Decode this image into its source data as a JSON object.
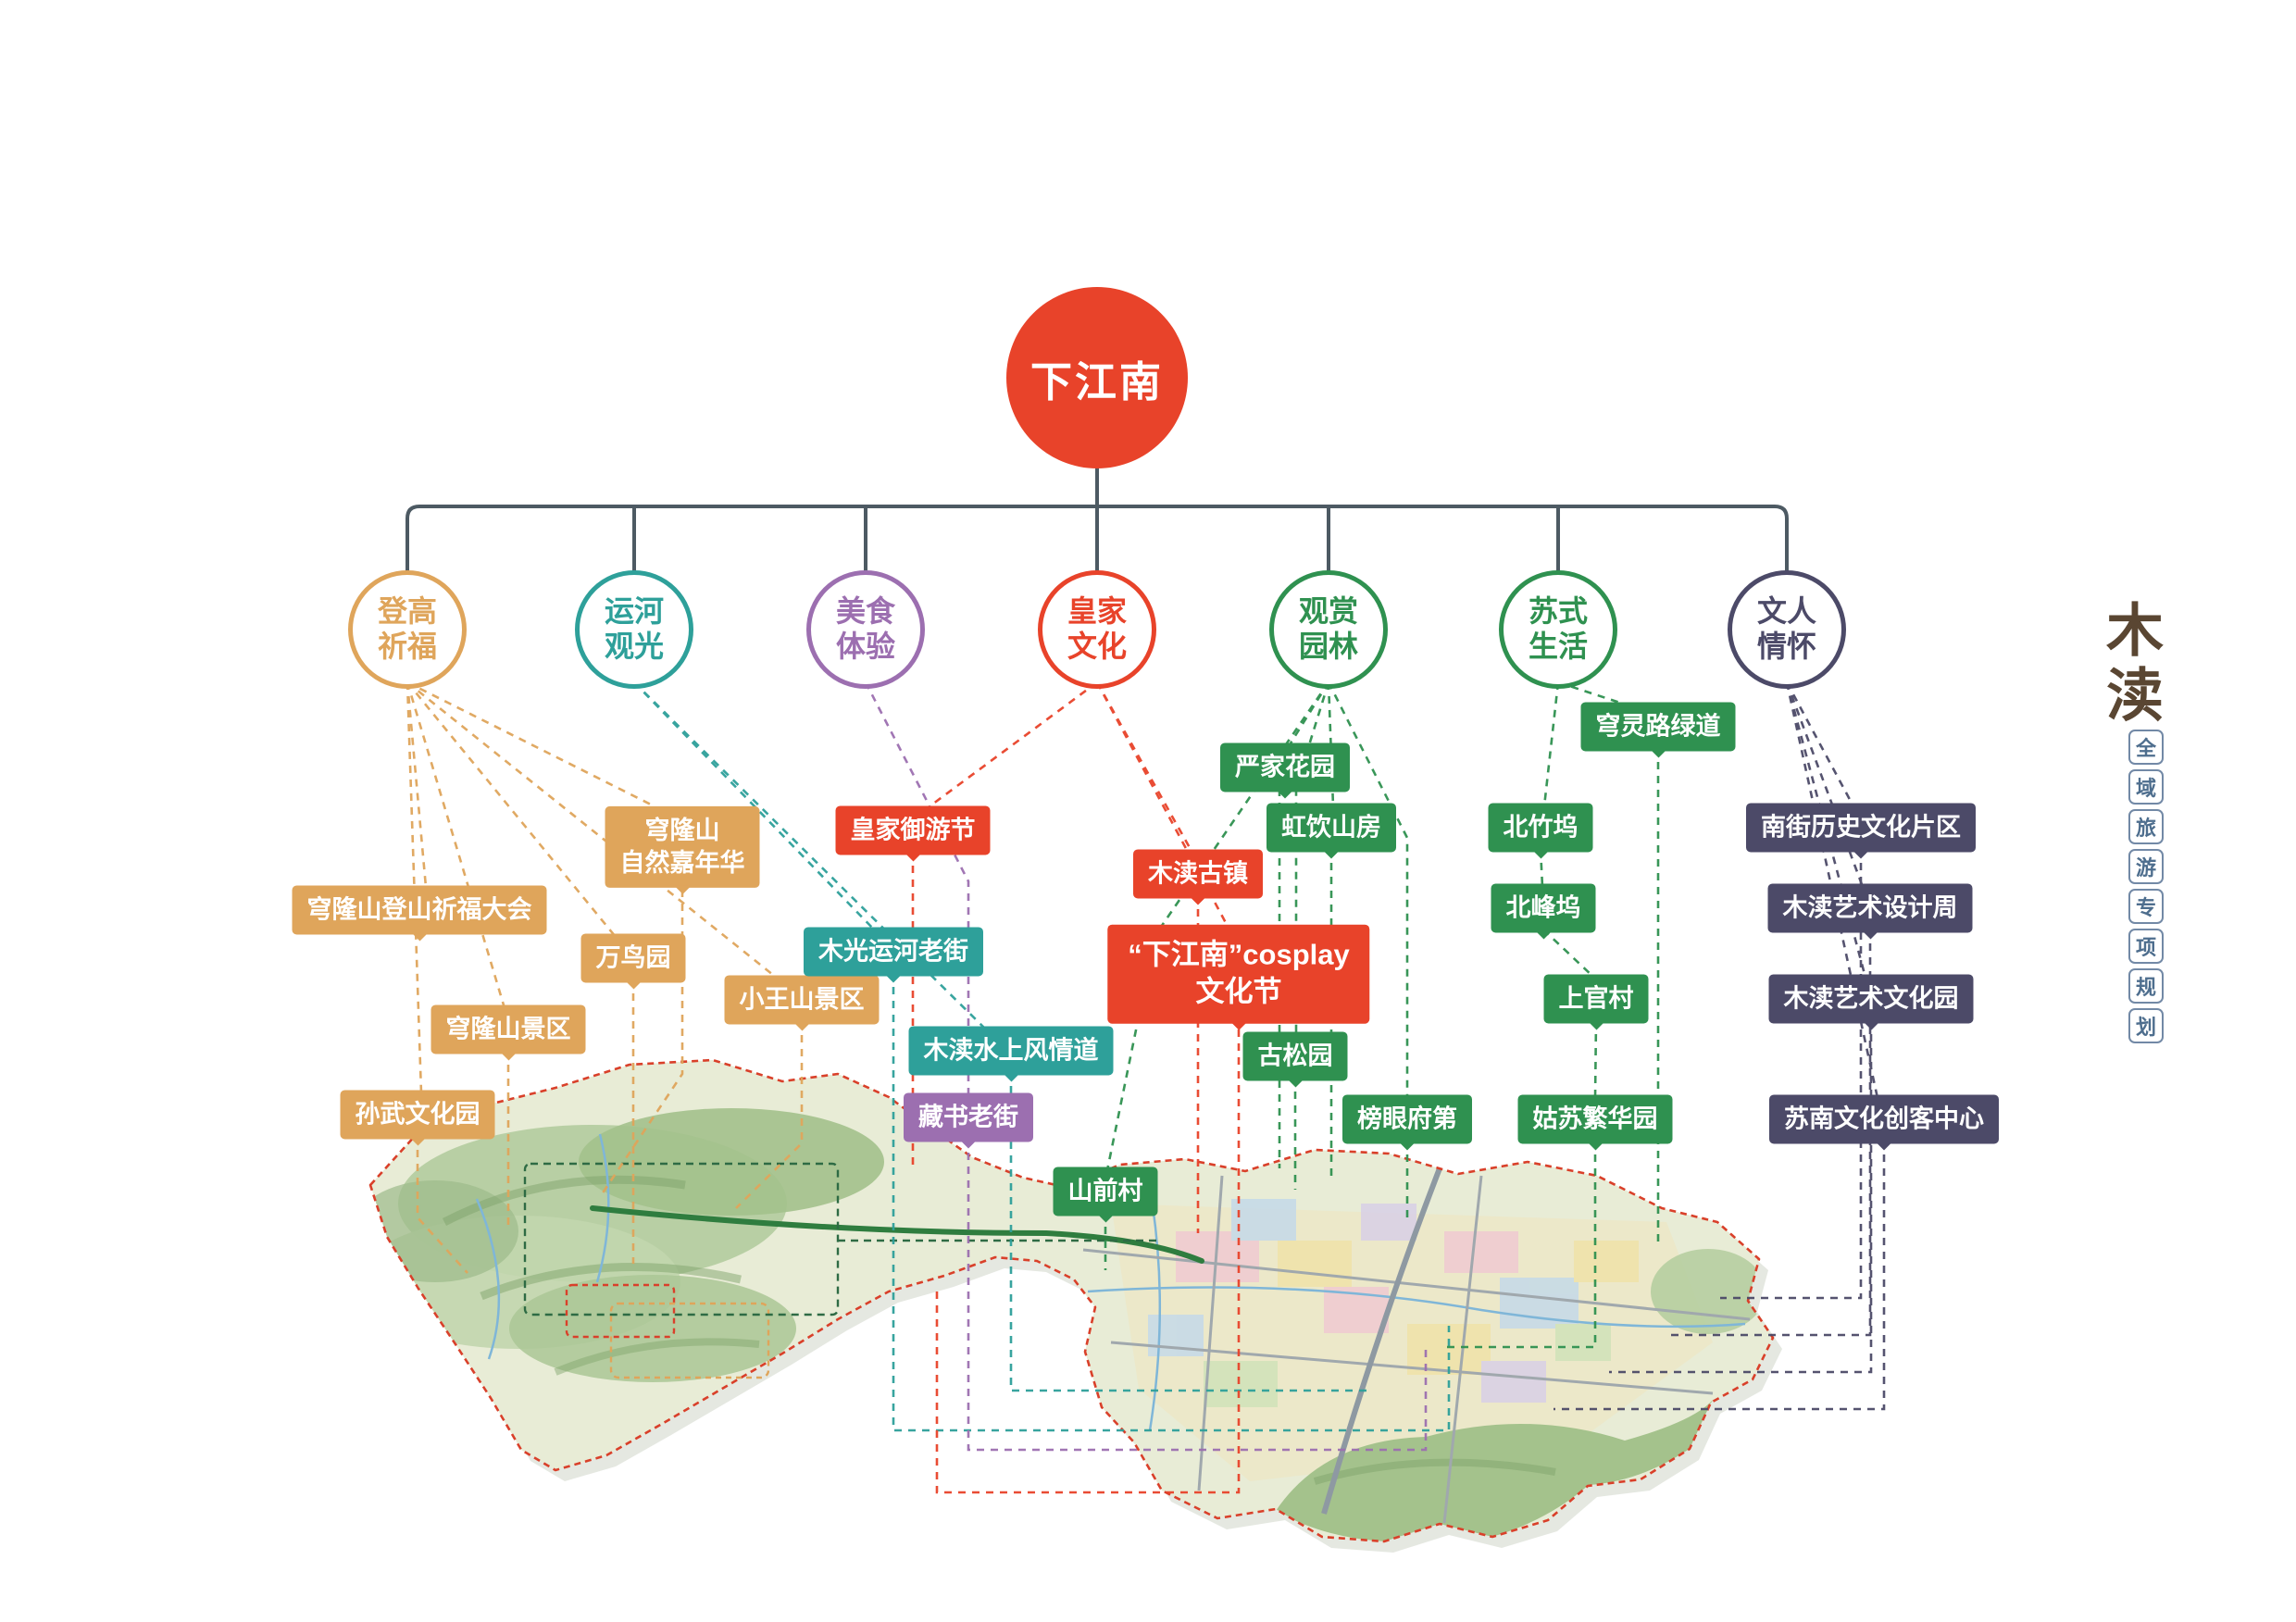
{
  "root": {
    "label": "下江南"
  },
  "categories": [
    {
      "label": "登高祈福",
      "color": "#DFA55B"
    },
    {
      "label": "运河观光",
      "color": "#2EA09A"
    },
    {
      "label": "美食体验",
      "color": "#9C6FB0"
    },
    {
      "label": "皇家文化",
      "color": "#E8432A"
    },
    {
      "label": "观赏园林",
      "color": "#2F9150"
    },
    {
      "label": "苏式生活",
      "color": "#2F9150"
    },
    {
      "label": "文人情怀",
      "color": "#4C4A68"
    }
  ],
  "badges": [
    {
      "label": "穹隆山\n自然嘉年华",
      "category": "登高祈福"
    },
    {
      "label": "穹隆山登山祈福大会",
      "category": "登高祈福"
    },
    {
      "label": "万鸟园",
      "category": "登高祈福"
    },
    {
      "label": "小王山景区",
      "category": "登高祈福"
    },
    {
      "label": "穹隆山景区",
      "category": "登高祈福"
    },
    {
      "label": "孙武文化园",
      "category": "登高祈福"
    },
    {
      "label": "皇家御游节",
      "category": "皇家文化"
    },
    {
      "label": "木光运河老街",
      "category": "运河观光"
    },
    {
      "label": "木渎水上风情道",
      "category": "运河观光"
    },
    {
      "label": "藏书老街",
      "category": "美食体验"
    },
    {
      "label": "木渎古镇",
      "category": "皇家文化"
    },
    {
      "label": "“下江南”cosplay\n文化节",
      "category": "皇家文化"
    },
    {
      "label": "山前村",
      "category": "观赏园林"
    },
    {
      "label": "严家花园",
      "category": "观赏园林"
    },
    {
      "label": "虹饮山房",
      "category": "观赏园林"
    },
    {
      "label": "古松园",
      "category": "观赏园林"
    },
    {
      "label": "榜眼府第",
      "category": "观赏园林"
    },
    {
      "label": "穹灵路绿道",
      "category": "苏式生活"
    },
    {
      "label": "北竹坞",
      "category": "苏式生活"
    },
    {
      "label": "北峰坞",
      "category": "苏式生活"
    },
    {
      "label": "上官村",
      "category": "苏式生活"
    },
    {
      "label": "姑苏繁华园",
      "category": "苏式生活"
    },
    {
      "label": "南街历史文化片区",
      "category": "文人情怀"
    },
    {
      "label": "木渎艺术设计周",
      "category": "文人情怀"
    },
    {
      "label": "木渎艺术文化园",
      "category": "文人情怀"
    },
    {
      "label": "苏南文化创客中心",
      "category": "文人情怀"
    }
  ],
  "branding": {
    "logo": "木渎",
    "tagline_chars": [
      "全",
      "域",
      "旅",
      "游",
      "专",
      "项",
      "规",
      "划"
    ]
  },
  "colors": {
    "orange": "#DFA55B",
    "teal": "#2EA09A",
    "purple": "#9C6FB0",
    "red": "#E8432A",
    "green": "#2F9150",
    "navy": "#4C4A68",
    "map_boundary": "#D9402A"
  }
}
